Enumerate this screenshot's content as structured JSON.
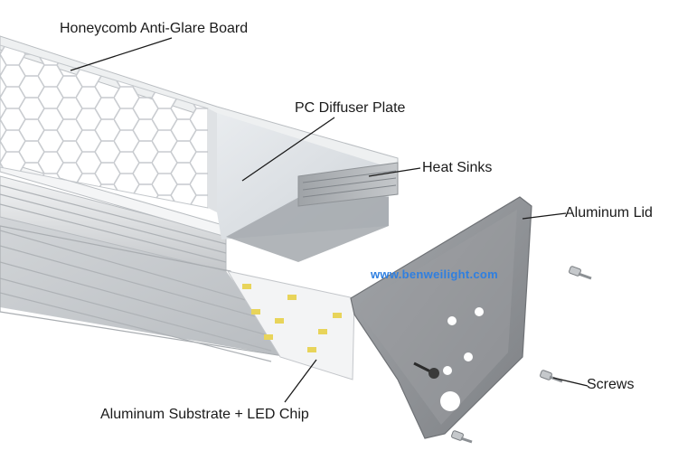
{
  "labels": {
    "honeycomb": "Honeycomb Anti-Glare Board",
    "diffuser": "PC Diffuser Plate",
    "heat_sinks": "Heat Sinks",
    "lid": "Aluminum Lid",
    "screws": "Screws",
    "substrate": "Aluminum Substrate + LED Chip"
  },
  "watermark": "www.benweilight.com",
  "colors": {
    "aluminum": "#dcdee0",
    "lid": "#8f9296",
    "watermark": "#2f7fe0",
    "led_chip": "#e8d45a"
  }
}
